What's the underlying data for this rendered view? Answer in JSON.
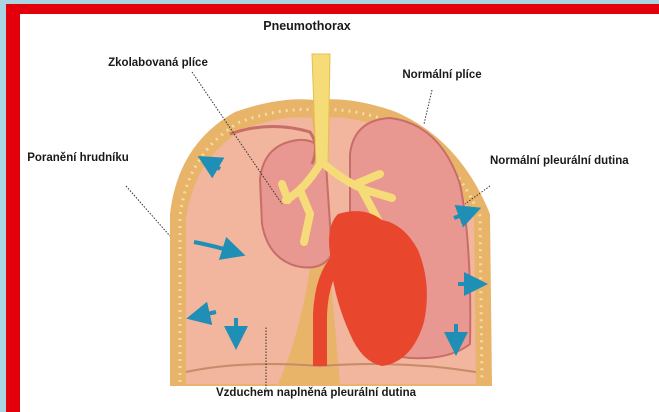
{
  "diagram": {
    "title": "Pneumothorax",
    "labels": {
      "collapsed_lung": "Zkolabovaná plíce",
      "normal_lung": "Normální plíce",
      "chest_wound": "Poranění hrudníku",
      "normal_pleural_cavity": "Normální pleurální dutina",
      "air_filled_pleural_cavity": "Vzduchem naplněná pleurální dutina"
    }
  },
  "colors": {
    "frame": "#e4000a",
    "background": "#a9d4e1",
    "ribcage": "#e8b46a",
    "ribcage_dots": "#f6dca4",
    "pleural_cavity": "#f2b59d",
    "lung": "#e89890",
    "lung_edge": "#c76e6a",
    "trachea": "#f5dc78",
    "heart": "#e8472e",
    "arrows": "#1f8fb5",
    "leader_lines": "#333333"
  }
}
